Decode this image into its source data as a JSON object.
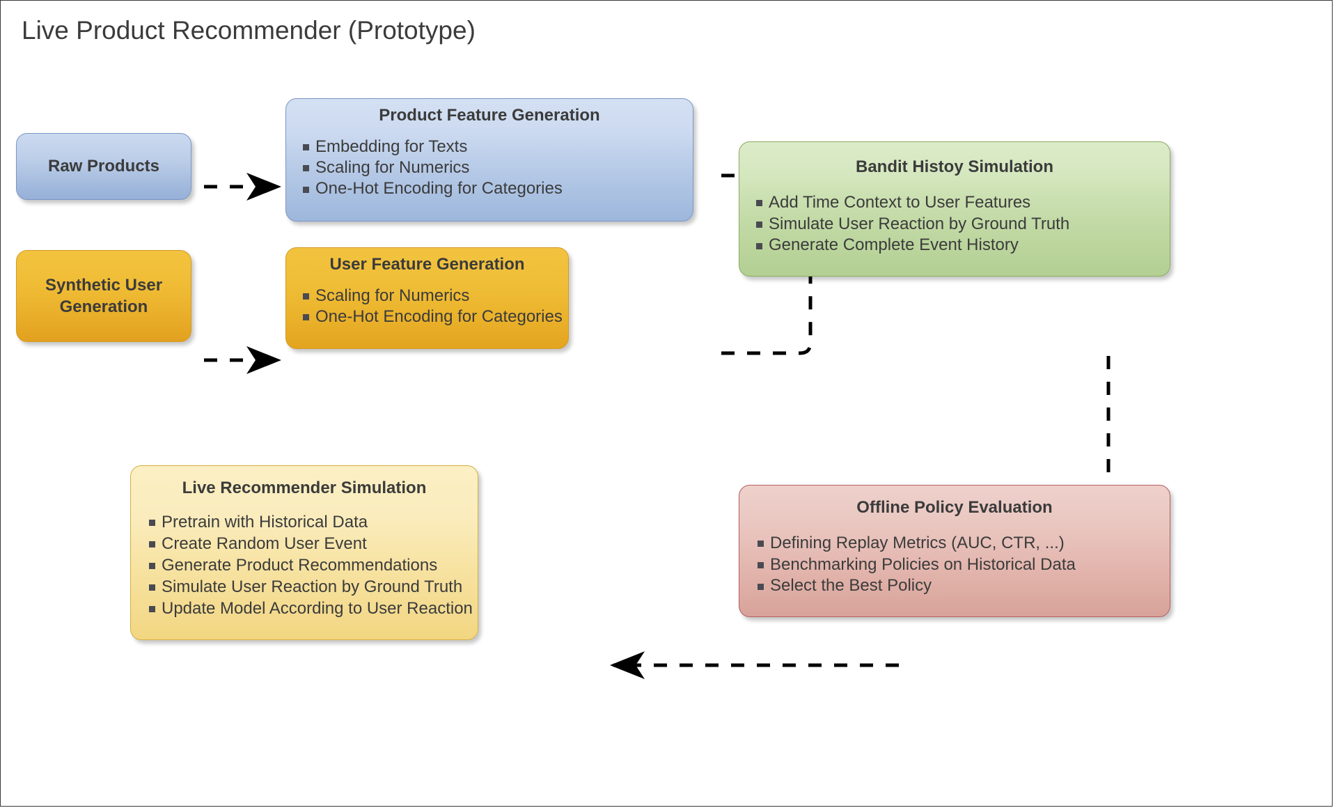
{
  "title": "Live Product Recommender (Prototype)",
  "nodes": {
    "raw_products": {
      "label": "Raw Products",
      "color": "#aec3e2"
    },
    "synthetic_user": {
      "label_line1": "Synthetic User",
      "label_line2": "Generation",
      "color": "#eab02b"
    },
    "product_feature": {
      "header": "Product Feature Generation",
      "items": [
        "Embedding for Texts",
        "Scaling for Numerics",
        "One-Hot Encoding for Categories"
      ],
      "color": "#b4c8e6"
    },
    "user_feature": {
      "header": "User Feature Generation",
      "items": [
        "Scaling for Numerics",
        "One-Hot Encoding for Categories"
      ],
      "color": "#ebb32c"
    },
    "bandit_history": {
      "header": "Bandit Histoy Simulation",
      "items": [
        "Add Time Context to User Features",
        "Simulate User Reaction by Ground Truth",
        "Generate Complete Event History"
      ],
      "color": "#c2daa6"
    },
    "offline_policy": {
      "header": "Offline Policy Evaluation",
      "items": [
        "Defining Replay Metrics (AUC, CTR, ...)",
        "Benchmarking Policies on Historical Data",
        "Select the Best Policy"
      ],
      "color": "#e2b5ad"
    },
    "live_recommender": {
      "header": "Live Recommender Simulation",
      "items": [
        "Pretrain with Historical Data",
        "Create Random User Event",
        "Generate Product Recommendations",
        "Simulate User Reaction by Ground Truth",
        "Update Model According to User Reaction"
      ],
      "color": "#f6e09c"
    }
  },
  "edges": [
    {
      "name": "raw-products-to-product-feature",
      "style": "dashed-arrow"
    },
    {
      "name": "synthetic-user-to-user-feature",
      "style": "dashed-arrow"
    },
    {
      "name": "features-merge-to-bandit-history",
      "style": "dashed-merge-arrow"
    },
    {
      "name": "bandit-history-to-offline-policy",
      "style": "dashed-arrow-down"
    },
    {
      "name": "offline-policy-to-live-recommender",
      "style": "dashed-arrow-left"
    }
  ],
  "theme": {
    "background": "#ffffff",
    "border": "#3a3a3a",
    "text": "#3b3b3b",
    "edge": "#000000"
  }
}
